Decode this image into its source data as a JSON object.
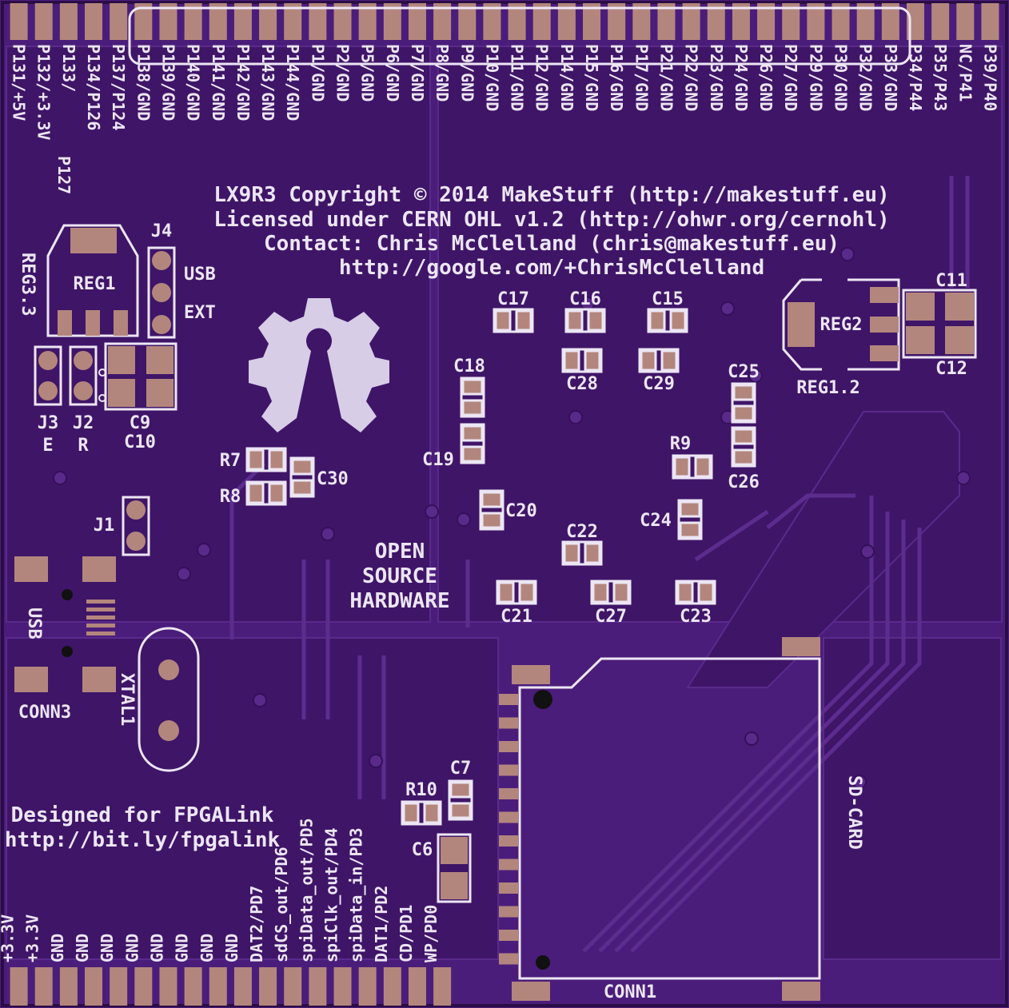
{
  "colors": {
    "board": "#4b1d7a",
    "copper_fill": "#3f1568",
    "pad": "#b3867d",
    "silkscreen": "#ece6f4",
    "logo": "#d7cde6",
    "edge": "#2a0d45"
  },
  "copyright_lines": [
    "LX9R3 Copyright © 2014 MakeStuff (http://makestuff.eu)",
    "Licensed under CERN OHL v1.2 (http://ohwr.org/cernohl)",
    "Contact: Chris McClelland (chris@makestuff.eu)",
    "http://google.com/+ChrisMcClelland"
  ],
  "designed_for": [
    "Designed for FPGALink",
    "http://bit.ly/fpgalink"
  ],
  "oshw_label": [
    "OPEN",
    "SOURCE",
    "HARDWARE"
  ],
  "logo_icon": "open-source-hardware-gear-icon",
  "top_header_pins": [
    "P131/+5V",
    "P132/+3.3V",
    "P133/",
    "P134/P126",
    "P137/P124",
    "P138/GND",
    "P139/GND",
    "P140/GND",
    "P141/GND",
    "P142/GND",
    "P143/GND",
    "P144/GND",
    "P1/GND",
    "P2/GND",
    "P5/GND",
    "P6/GND",
    "P7/GND",
    "P8/GND",
    "P9/GND",
    "P10/GND",
    "P11/GND",
    "P12/GND",
    "P14/GND",
    "P15/GND",
    "P16/GND",
    "P17/GND",
    "P21/GND",
    "P22/GND",
    "P23/GND",
    "P24/GND",
    "P26/GND",
    "P27/GND",
    "P29/GND",
    "P30/GND",
    "P32/GND",
    "P33/GND",
    "P34/P44",
    "P35/P43",
    "NC/P41",
    "P39/P40"
  ],
  "top_header_extra": "P127",
  "bottom_header_pins": [
    "+3.3V",
    "+3.3V",
    "GND",
    "GND",
    "GND",
    "GND",
    "GND",
    "GND",
    "GND",
    "GND",
    "DAT2/PD7",
    "sdCS_out/PD6",
    "spiData_out/PD5",
    "spiClk_out/PD4",
    "spiData_in/PD3",
    "DAT1/PD2",
    "CD/PD1",
    "WP/PD0"
  ],
  "labels": {
    "reg1": "REG1",
    "reg33": "REG3.3",
    "j4": "J4",
    "usb_jumper": "USB",
    "ext_jumper": "EXT",
    "j3": "J3",
    "j2": "J2",
    "j3_sub": "E",
    "j2_sub": "R",
    "c9": "C9",
    "c10": "C10",
    "r7": "R7",
    "r8": "R8",
    "c30": "C30",
    "j1": "J1",
    "usb_port": "USB",
    "conn3": "CONN3",
    "xtal1": "XTAL1",
    "c17": "C17",
    "c16": "C16",
    "c15": "C15",
    "c28": "C28",
    "c29": "C29",
    "c18": "C18",
    "c19": "C19",
    "c20": "C20",
    "c22": "C22",
    "c21": "C21",
    "c27": "C27",
    "c23": "C23",
    "c24": "C24",
    "r9": "R9",
    "c25": "C25",
    "c26": "C26",
    "reg2": "REG2",
    "reg12": "REG1.2",
    "c11": "C11",
    "c12": "C12",
    "c7": "C7",
    "r10": "R10",
    "c6": "C6",
    "sd_card": "SD-CARD",
    "conn1": "CONN1"
  }
}
